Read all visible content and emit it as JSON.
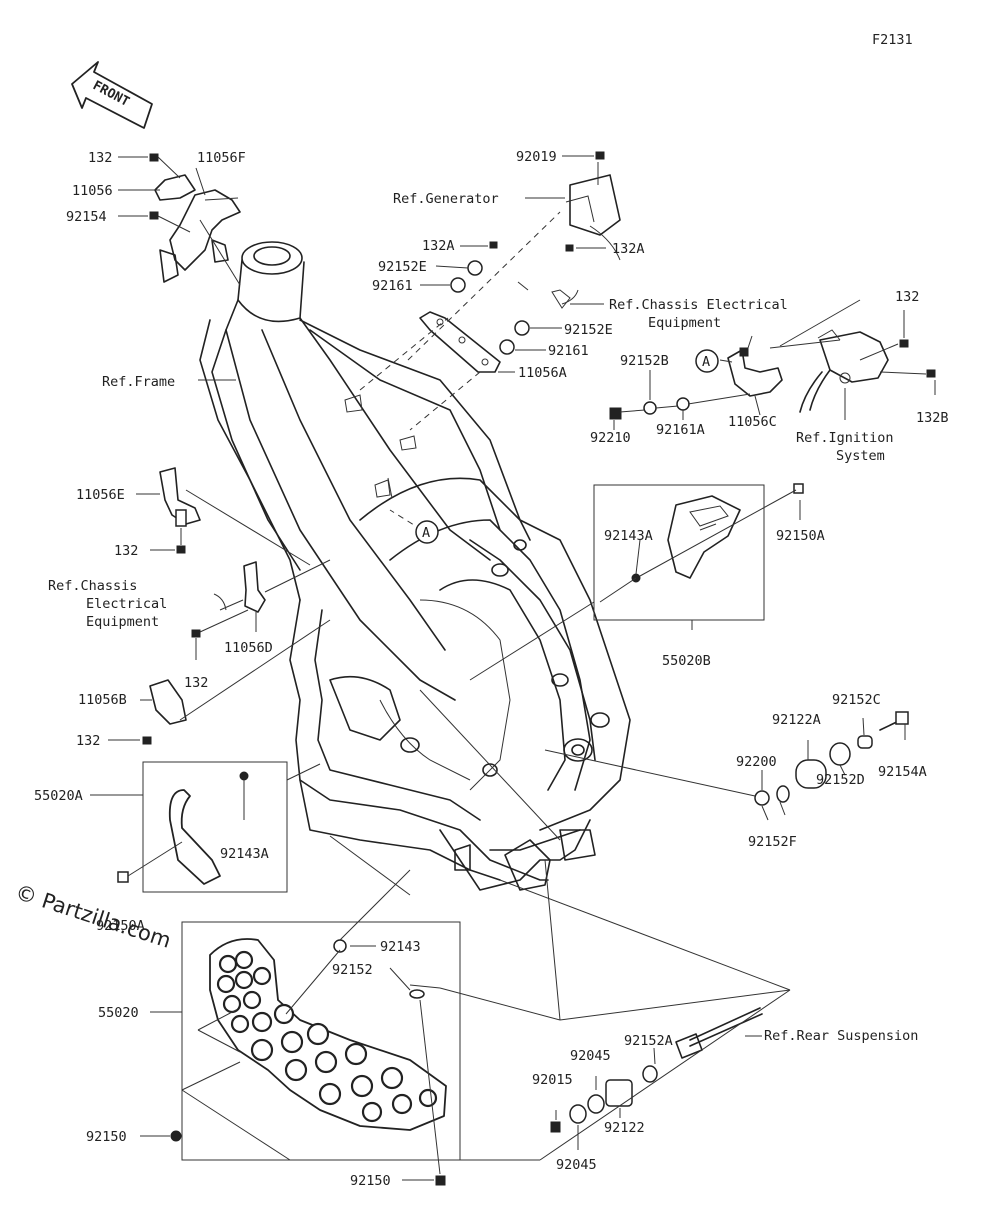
{
  "diagram": {
    "code": "F2131",
    "front_label": "FRONT",
    "watermark": "© Partzilla.com",
    "part_labels": [
      {
        "id": "p-132-top",
        "text": "132"
      },
      {
        "id": "p-11056F",
        "text": "11056F"
      },
      {
        "id": "p-11056",
        "text": "11056"
      },
      {
        "id": "p-92154",
        "text": "92154"
      },
      {
        "id": "p-92019",
        "text": "92019"
      },
      {
        "id": "p-132A-1",
        "text": "132A"
      },
      {
        "id": "p-92152E-1",
        "text": "92152E"
      },
      {
        "id": "p-92161-1",
        "text": "92161"
      },
      {
        "id": "p-132A-2",
        "text": "132A"
      },
      {
        "id": "p-92152E-2",
        "text": "92152E"
      },
      {
        "id": "p-92161-2",
        "text": "92161"
      },
      {
        "id": "p-11056A",
        "text": "11056A"
      },
      {
        "id": "p-132-right",
        "text": "132"
      },
      {
        "id": "p-92152B",
        "text": "92152B"
      },
      {
        "id": "p-132B",
        "text": "132B"
      },
      {
        "id": "p-92210",
        "text": "92210"
      },
      {
        "id": "p-92161A",
        "text": "92161A"
      },
      {
        "id": "p-11056C",
        "text": "11056C"
      },
      {
        "id": "p-11056E",
        "text": "11056E"
      },
      {
        "id": "p-132-mid",
        "text": "132"
      },
      {
        "id": "p-92143A-1",
        "text": "92143A"
      },
      {
        "id": "p-92150A-1",
        "text": "92150A"
      },
      {
        "id": "p-132-low",
        "text": "132"
      },
      {
        "id": "p-11056D",
        "text": "11056D"
      },
      {
        "id": "p-55020B",
        "text": "55020B"
      },
      {
        "id": "p-11056B",
        "text": "11056B"
      },
      {
        "id": "p-132-bot",
        "text": "132"
      },
      {
        "id": "p-92152C",
        "text": "92152C"
      },
      {
        "id": "p-92122A",
        "text": "92122A"
      },
      {
        "id": "p-92200",
        "text": "92200"
      },
      {
        "id": "p-92154A",
        "text": "92154A"
      },
      {
        "id": "p-92152D",
        "text": "92152D"
      },
      {
        "id": "p-92152F",
        "text": "92152F"
      },
      {
        "id": "p-55020A",
        "text": "55020A"
      },
      {
        "id": "p-92143A-2",
        "text": "92143A"
      },
      {
        "id": "p-92150A-2",
        "text": "92150A"
      },
      {
        "id": "p-92143",
        "text": "92143"
      },
      {
        "id": "p-55020",
        "text": "55020"
      },
      {
        "id": "p-92152",
        "text": "92152"
      },
      {
        "id": "p-92152A",
        "text": "92152A"
      },
      {
        "id": "p-92045-1",
        "text": "92045"
      },
      {
        "id": "p-92015",
        "text": "92015"
      },
      {
        "id": "p-92122",
        "text": "92122"
      },
      {
        "id": "p-92045-2",
        "text": "92045"
      },
      {
        "id": "p-92150-1",
        "text": "92150"
      },
      {
        "id": "p-92150-2",
        "text": "92150"
      }
    ],
    "callout_letter": "A",
    "references": {
      "generator": "Ref.Generator",
      "chassis_electrical_top_1": "Ref.Chassis Electrical",
      "chassis_electrical_top_2": "Equipment",
      "frame": "Ref.Frame",
      "ignition_1": "Ref.Ignition",
      "ignition_2": "System",
      "chassis_electrical_left_1": "Ref.Chassis",
      "chassis_electrical_left_2": "Electrical",
      "chassis_electrical_left_3": "Equipment",
      "rear_suspension": "Ref.Rear Suspension"
    }
  }
}
